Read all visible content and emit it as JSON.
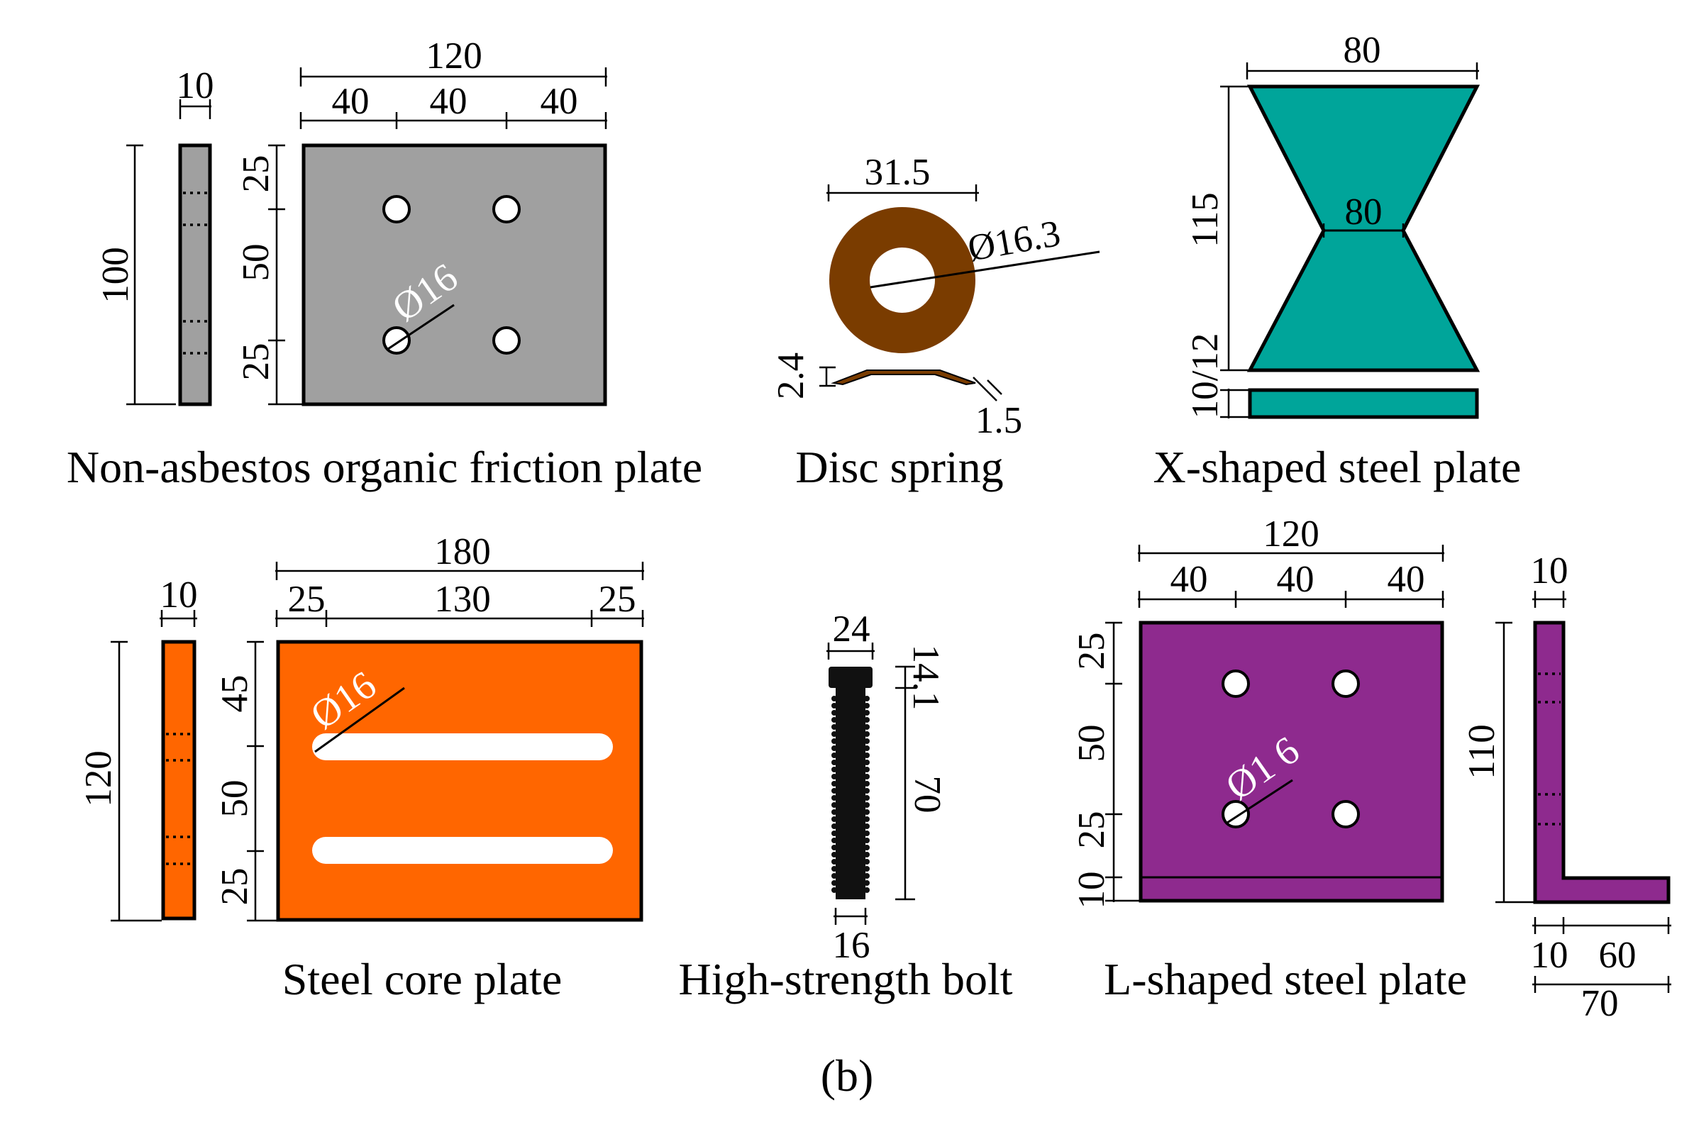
{
  "colors": {
    "friction_plate": "#a0a0a0",
    "disc_spring": "#7a3c00",
    "x_plate": "#00a59a",
    "core_plate": "#ff6600",
    "bolt": "#111111",
    "l_plate": "#8e2a8e"
  },
  "friction_plate": {
    "caption": "Non-asbestos organic friction plate",
    "thickness": "10",
    "height": "100",
    "width_total": "120",
    "width_a": "40",
    "width_b": "40",
    "width_c": "40",
    "vert_a": "25",
    "vert_b": "50",
    "vert_c": "25",
    "hole": "Ø16"
  },
  "disc_spring": {
    "caption": "Disc spring",
    "outer": "31.5",
    "inner": "Ø16.3",
    "height": "2.4",
    "thickness": "1.5"
  },
  "x_plate": {
    "caption": "X-shaped steel plate",
    "top_width": "80",
    "waist_width": "80",
    "height": "115",
    "thickness": "10/12"
  },
  "core_plate": {
    "caption": "Steel core plate",
    "thickness": "10",
    "height": "120",
    "width_total": "180",
    "width_a": "25",
    "width_b": "130",
    "width_c": "25",
    "vert_a": "45",
    "vert_b": "50",
    "vert_c": "25",
    "hole": "Ø16"
  },
  "bolt": {
    "caption": "High-strength bolt",
    "head_width": "24",
    "head_height": "14.1",
    "length": "70",
    "shank": "16"
  },
  "l_plate": {
    "caption": "L-shaped steel plate",
    "width_total": "120",
    "width_a": "40",
    "width_b": "40",
    "width_c": "40",
    "vert_a": "25",
    "vert_b": "50",
    "vert_c": "25",
    "vert_d": "10",
    "hole": "Ø1 6",
    "thickness": "10",
    "height": "110",
    "leg_a": "10",
    "leg_b": "60",
    "leg_total": "70"
  },
  "figure_label": "(b)"
}
